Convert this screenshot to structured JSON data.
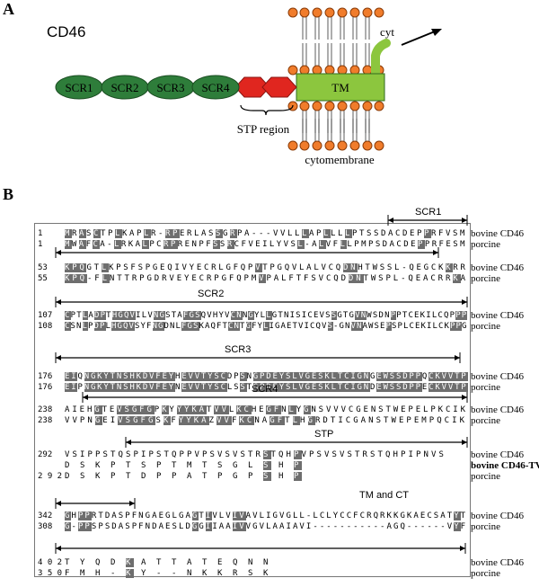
{
  "panel_a": {
    "label": "A",
    "title": "CD46",
    "domains": [
      "SCR1",
      "SCR2",
      "SCR3",
      "SCR4"
    ],
    "tm_label": "TM",
    "cyt_label": "cyt",
    "stp_label": "STP region",
    "membrane_label": "cytomembrane",
    "colors": {
      "scr": "#2e7d3a",
      "stp": "#e0261f",
      "tm": "#8cc63e",
      "lipid": "#f07c2b"
    }
  },
  "panel_b": {
    "label": "B",
    "blocks": [
      {
        "region": "SCR1",
        "rows": [
          {
            "num": "1",
            "seq": "MRASCTPLKAPLR-RPERLASSGRPA---VVLLLAPLLLLPTSSDACDEPPRFVSM",
            "label": "bovine CD46"
          },
          {
            "num": "1",
            "seq": "MWAFCA-LRKALPCRPRENPFSSRCFVEILYVSL-ALVFLLPMPSDACDEPPRFESM",
            "label": "porcine"
          }
        ]
      },
      {
        "region": "",
        "rows": [
          {
            "num": "53",
            "seq": "KPQGTLKPSFSPGEQIVYECRLGFQPVTPGQVLALVCQDNHTWSSL-QEGCKKRR",
            "label": "bovine CD46"
          },
          {
            "num": "55",
            "seq": "KPQ-FLNTTRPGDRVEYECRPGFQPMVPALFTFSVCQDDNTWSPL-QEACRRKA",
            "label": "porcine"
          }
        ]
      },
      {
        "region": "SCR2",
        "rows": [
          {
            "num": "107",
            "seq": "CPTLADPTHGQVILVNGSTAFGSQVHYVCNNGYLLGTNISICEVSSGTGVNWSDNPPTCEKILCQPPP",
            "label": "bovine CD46"
          },
          {
            "num": "108",
            "seq": "CSNLPDPLHGQVSYFNGDNLFGSKAQFTCNTGFYLIGAETVICQVS-GNVNAWSEPSPLCEKILCKPPG",
            "label": "porcine"
          }
        ]
      },
      {
        "region": "SCR3",
        "rows": [
          {
            "num": "176",
            "seq": "EIQNGKYTNSHKDVFEYHEVVTYSCDPSNGPDEYSLVGESKLTCIGNGEWSSDPPQCKVVTP",
            "label": "bovine CD46"
          },
          {
            "num": "176",
            "seq": "EIPNGKYTNSHKDVFEYNEVVTYSCLSSTGPDEYSLVGESKLTCIGNDEWSSDPPECKVVTP",
            "label": "porcine"
          }
        ]
      },
      {
        "region": "SCR4",
        "rows": [
          {
            "num": "238",
            "seq": "AIEHGTEVSGFGPKYYYKATVVLKCHEGFNLYGNSVVVCGENSTWEPELPKCIK",
            "label": "bovine CD46"
          },
          {
            "num": "238",
            "seq": "VVPNGEIVSGFGSKFYYKAZVVFKCNAGFTLHGRDTICGANSTWEPEMPQCIK",
            "label": "porcine"
          }
        ]
      },
      {
        "region": "STP",
        "rows": [
          {
            "num": "292",
            "seq": "VSIPPSTQSPIPSTQPPVPSVSVSTRSTQHPVPSVSVSTRSTQHPIPNVS",
            "label": "bovine CD46"
          },
          {
            "num": "",
            "seq": "D S K P T S P T M T S G L S H P",
            "label": "bovine CD46-TV"
          },
          {
            "num": "2 9 2",
            "seq": "D S K P T D P P A T P G P S H P",
            "label": "porcine"
          }
        ]
      },
      {
        "region": "TM and CT",
        "rows": [
          {
            "num": "342",
            "seq": "GHPPRTDASPFNGAEGLGAGTIVLVIVAVLIGVGLL-LCLYCCFCRQRKKGKAECSATYT",
            "label": "bovine CD46"
          },
          {
            "num": "308",
            "seq": "G-PPSPSDASPFNDAESLDGGIIAAIVVGVLAAIAVI-----------AGQ------VYF",
            "label": "porcine"
          }
        ]
      },
      {
        "region": "",
        "rows": [
          {
            "num": "4 0 2",
            "seq": "T Y Q D K A T T A T E Q N N",
            "label": "bovine CD46"
          },
          {
            "num": "3 5 0",
            "seq": "F M H - K Y - - N K K R S K",
            "label": "porcine"
          }
        ]
      }
    ]
  }
}
